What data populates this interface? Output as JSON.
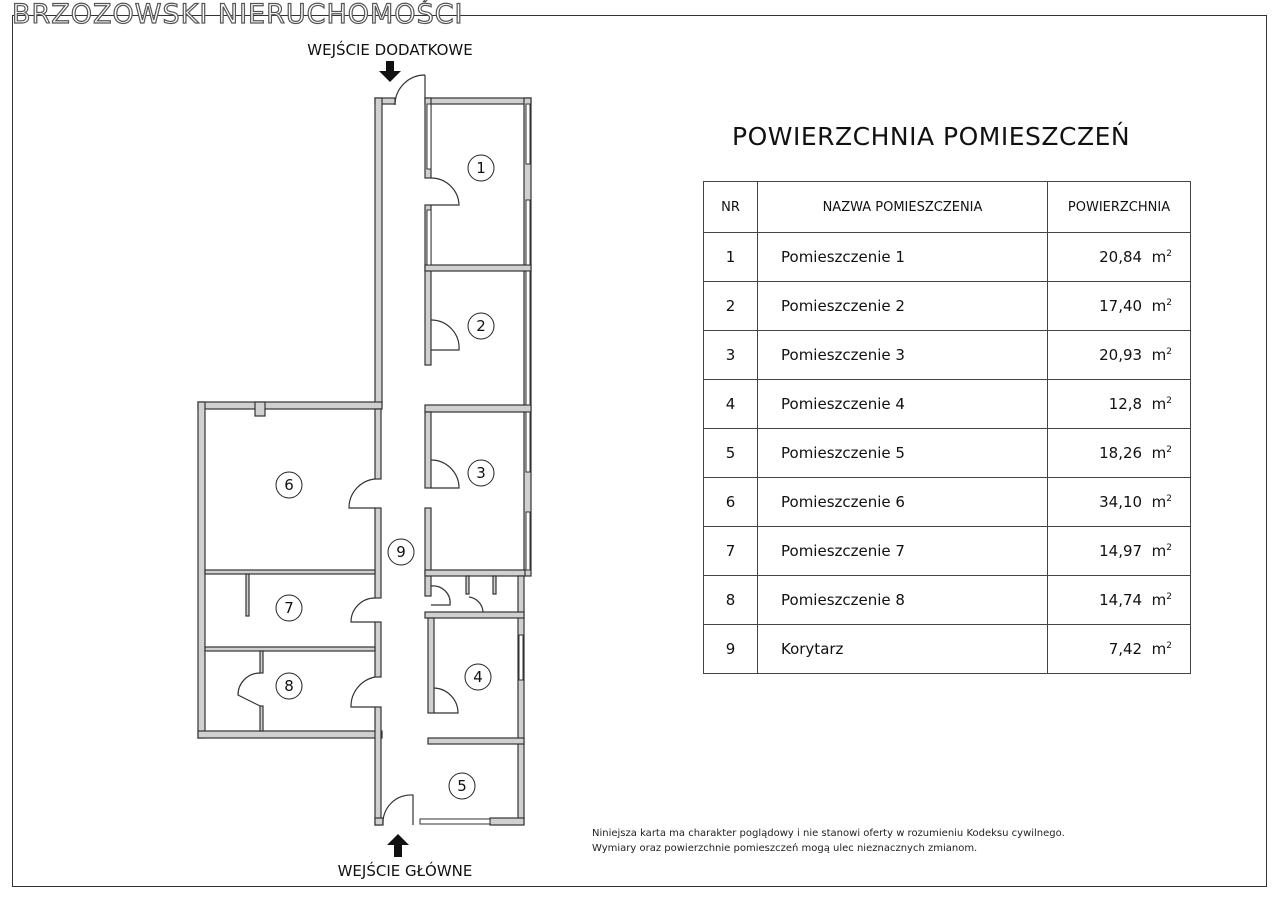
{
  "watermark": "BRZOZOWSKI NIERUCHOMOŚCI",
  "entrances": {
    "secondary": "WEJŚCIE DODATKOWE",
    "main": "WEJŚCIE GŁÓWNE"
  },
  "plan_labels": [
    "1",
    "2",
    "3",
    "4",
    "5",
    "6",
    "7",
    "8",
    "9"
  ],
  "table": {
    "title": "POWIERZCHNIA POMIESZCZEŃ",
    "headers": [
      "NR",
      "NAZWA POMIESZCZENIA",
      "POWIERZCHNIA"
    ],
    "unit": "m",
    "unit_sup": "2",
    "rows": [
      {
        "nr": "1",
        "name": "Pomieszczenie 1",
        "area": "20,84"
      },
      {
        "nr": "2",
        "name": "Pomieszczenie 2",
        "area": "17,40"
      },
      {
        "nr": "3",
        "name": "Pomieszczenie 3",
        "area": "20,93"
      },
      {
        "nr": "4",
        "name": "Pomieszczenie 4",
        "area": "12,8"
      },
      {
        "nr": "5",
        "name": "Pomieszczenie 5",
        "area": "18,26"
      },
      {
        "nr": "6",
        "name": "Pomieszczenie 6",
        "area": "34,10"
      },
      {
        "nr": "7",
        "name": "Pomieszczenie 7",
        "area": "14,97"
      },
      {
        "nr": "8",
        "name": "Pomieszczenie 8",
        "area": "14,74"
      },
      {
        "nr": "9",
        "name": "Korytarz",
        "area": "7,42"
      }
    ]
  },
  "note": {
    "line1": "Niniejsza karta ma charakter poglądowy i nie stanowi oferty w rozumieniu Kodeksu cywilnego.",
    "line2": "Wymiary oraz powierzchnie pomieszczeń mogą ulec nieznacznych zmianom."
  }
}
